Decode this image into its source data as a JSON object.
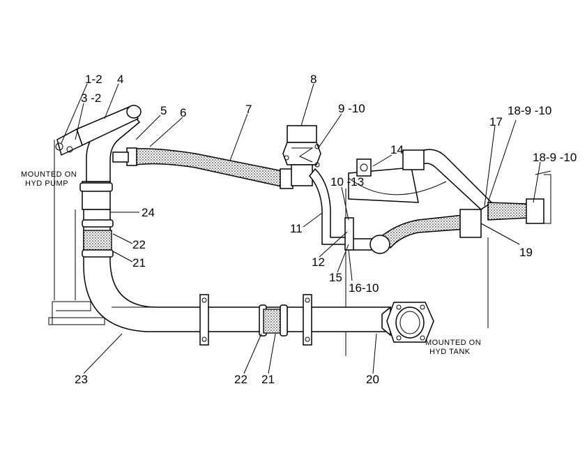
{
  "notes": {
    "pump_line1": "MOUNTED ON",
    "pump_line2": "HYD PUMP",
    "tank_line1": "MOUNTED ON",
    "tank_line2": "HYD TANK"
  },
  "callouts": {
    "c1": "1-2",
    "c2": "3 -2",
    "c3": "4",
    "c4": "5",
    "c5": "6",
    "c6": "7",
    "c7": "8",
    "c8": "9 -10",
    "c9": "14",
    "c10": "17",
    "c11": "18-9 -10",
    "c12": "18-9 -10",
    "c13": "24",
    "c14": "10 -13",
    "c15": "11",
    "c16": "12",
    "c17": "15",
    "c18": "16-10",
    "c19": "19",
    "c20": "22",
    "c21": "21",
    "c22": "23",
    "c23": "22",
    "c24": "21",
    "c25": "20"
  }
}
